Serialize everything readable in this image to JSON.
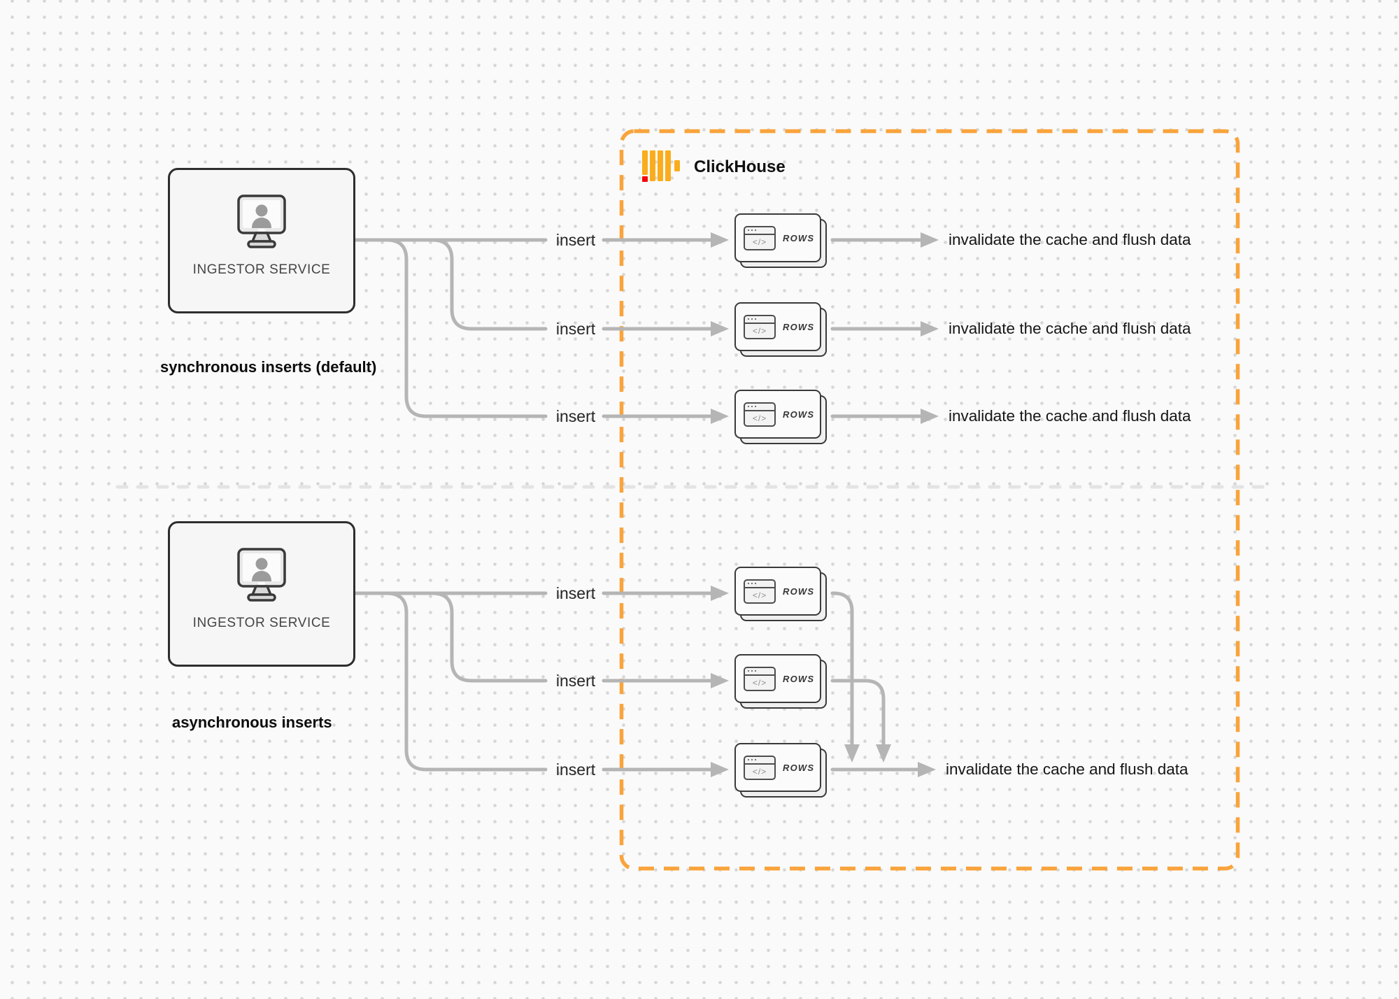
{
  "diagram_title_implied": "",
  "clickhouse": {
    "label": "ClickHouse"
  },
  "card_glyph": "</>",
  "sync": {
    "service_label": "INGESTOR SERVICE",
    "caption": "synchronous inserts (default)",
    "rows": [
      {
        "insert_label": "insert",
        "card_label": "ROWS",
        "result_label": "invalidate the cache and flush data"
      },
      {
        "insert_label": "insert",
        "card_label": "ROWS",
        "result_label": "invalidate the cache and flush data"
      },
      {
        "insert_label": "insert",
        "card_label": "ROWS",
        "result_label": "invalidate the cache and flush data"
      }
    ]
  },
  "async": {
    "service_label": "INGESTOR SERVICE",
    "caption": "asynchronous inserts",
    "rows": [
      {
        "insert_label": "insert",
        "card_label": "ROWS"
      },
      {
        "insert_label": "insert",
        "card_label": "ROWS"
      },
      {
        "insert_label": "insert",
        "card_label": "ROWS"
      }
    ],
    "result_label": "invalidate the cache and flush data"
  },
  "icons": {
    "service_icon": "monitor-user-icon",
    "card_icon": "browser-code-icon",
    "logo_icon": "clickhouse-bars-icon"
  },
  "colors": {
    "accent_orange": "#F9A43C",
    "logo_yellow": "#FAAD1C",
    "logo_red": "#F40606",
    "connector_gray": "#b5b5b5",
    "divider_gray": "#e4e4e4",
    "box_border_dark": "#2e2e2e",
    "background": "#fafafa"
  }
}
